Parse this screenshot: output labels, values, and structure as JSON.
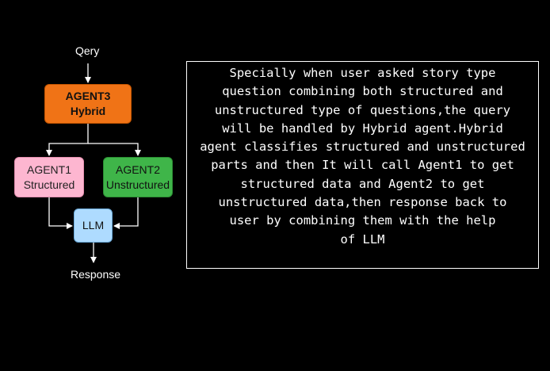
{
  "diagram": {
    "query_label": "Qery",
    "response_label": "Response",
    "nodes": {
      "agent3": {
        "line1": "AGENT3",
        "line2": "Hybrid"
      },
      "agent1": {
        "line1": "AGENT1",
        "line2": "Structured"
      },
      "agent2": {
        "line1": "AGENT2",
        "line2": "Unstructured"
      },
      "llm": {
        "label": "LLM"
      }
    },
    "colors": {
      "background": "#000000",
      "agent3_fill": "#f07316",
      "agent1_fill": "#fdb6d0",
      "agent2_fill": "#3fb549",
      "llm_fill": "#aedbff",
      "edge": "#ffffff"
    }
  },
  "description_box": {
    "lines": [
      "Specially when user asked story type",
      "question combining both structured and",
      "unstructured type of questions,the query",
      "will be handled by Hybrid agent.Hybrid",
      "agent classifies structured and unstructured",
      "parts and then It will call Agent1 to get",
      "structured data and Agent2 to get",
      "unstructured data,then response back to",
      "user by combining them with the help",
      "of LLM"
    ]
  }
}
